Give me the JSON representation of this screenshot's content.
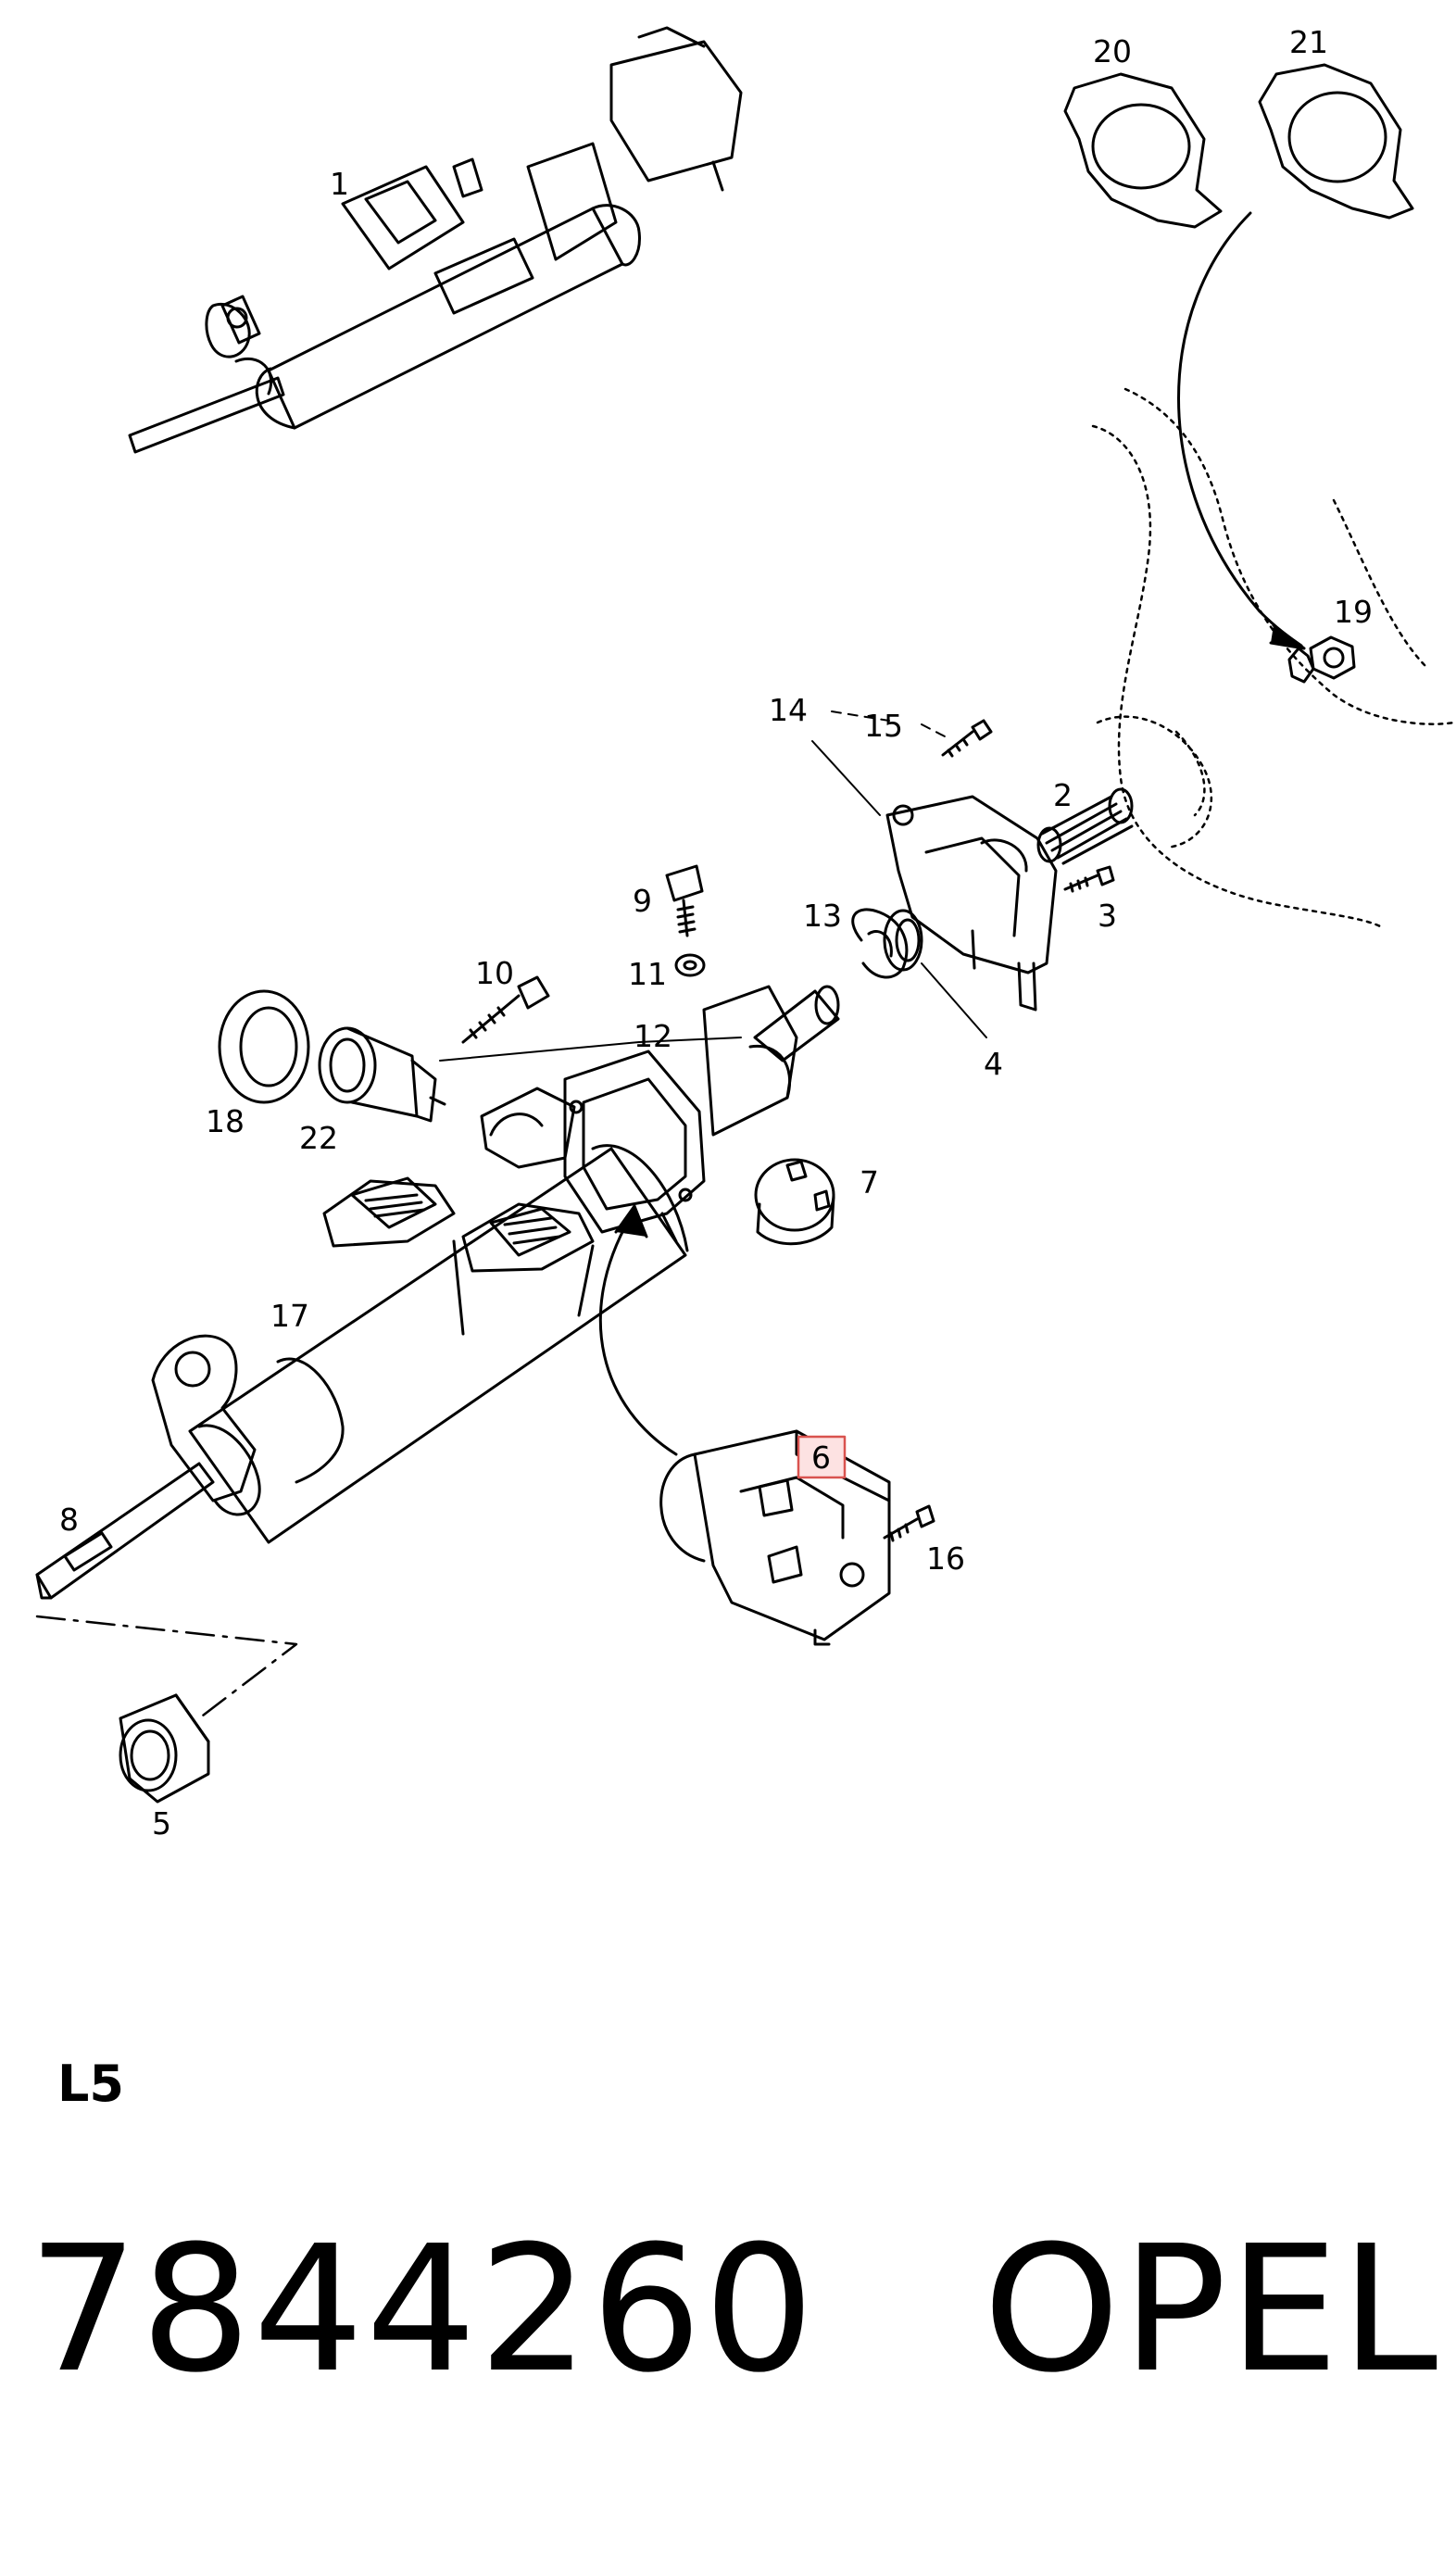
{
  "diagram": {
    "callouts": [
      "1",
      "2",
      "3",
      "4",
      "5",
      "6",
      "7",
      "8",
      "9",
      "10",
      "11",
      "12",
      "13",
      "14",
      "15",
      "16",
      "17",
      "18",
      "19",
      "20",
      "21",
      "22"
    ],
    "highlighted_callout": "6",
    "highlight_color": "#d9534f"
  },
  "section_code": "L5",
  "part_number": "7844260",
  "brand": "OPEL"
}
